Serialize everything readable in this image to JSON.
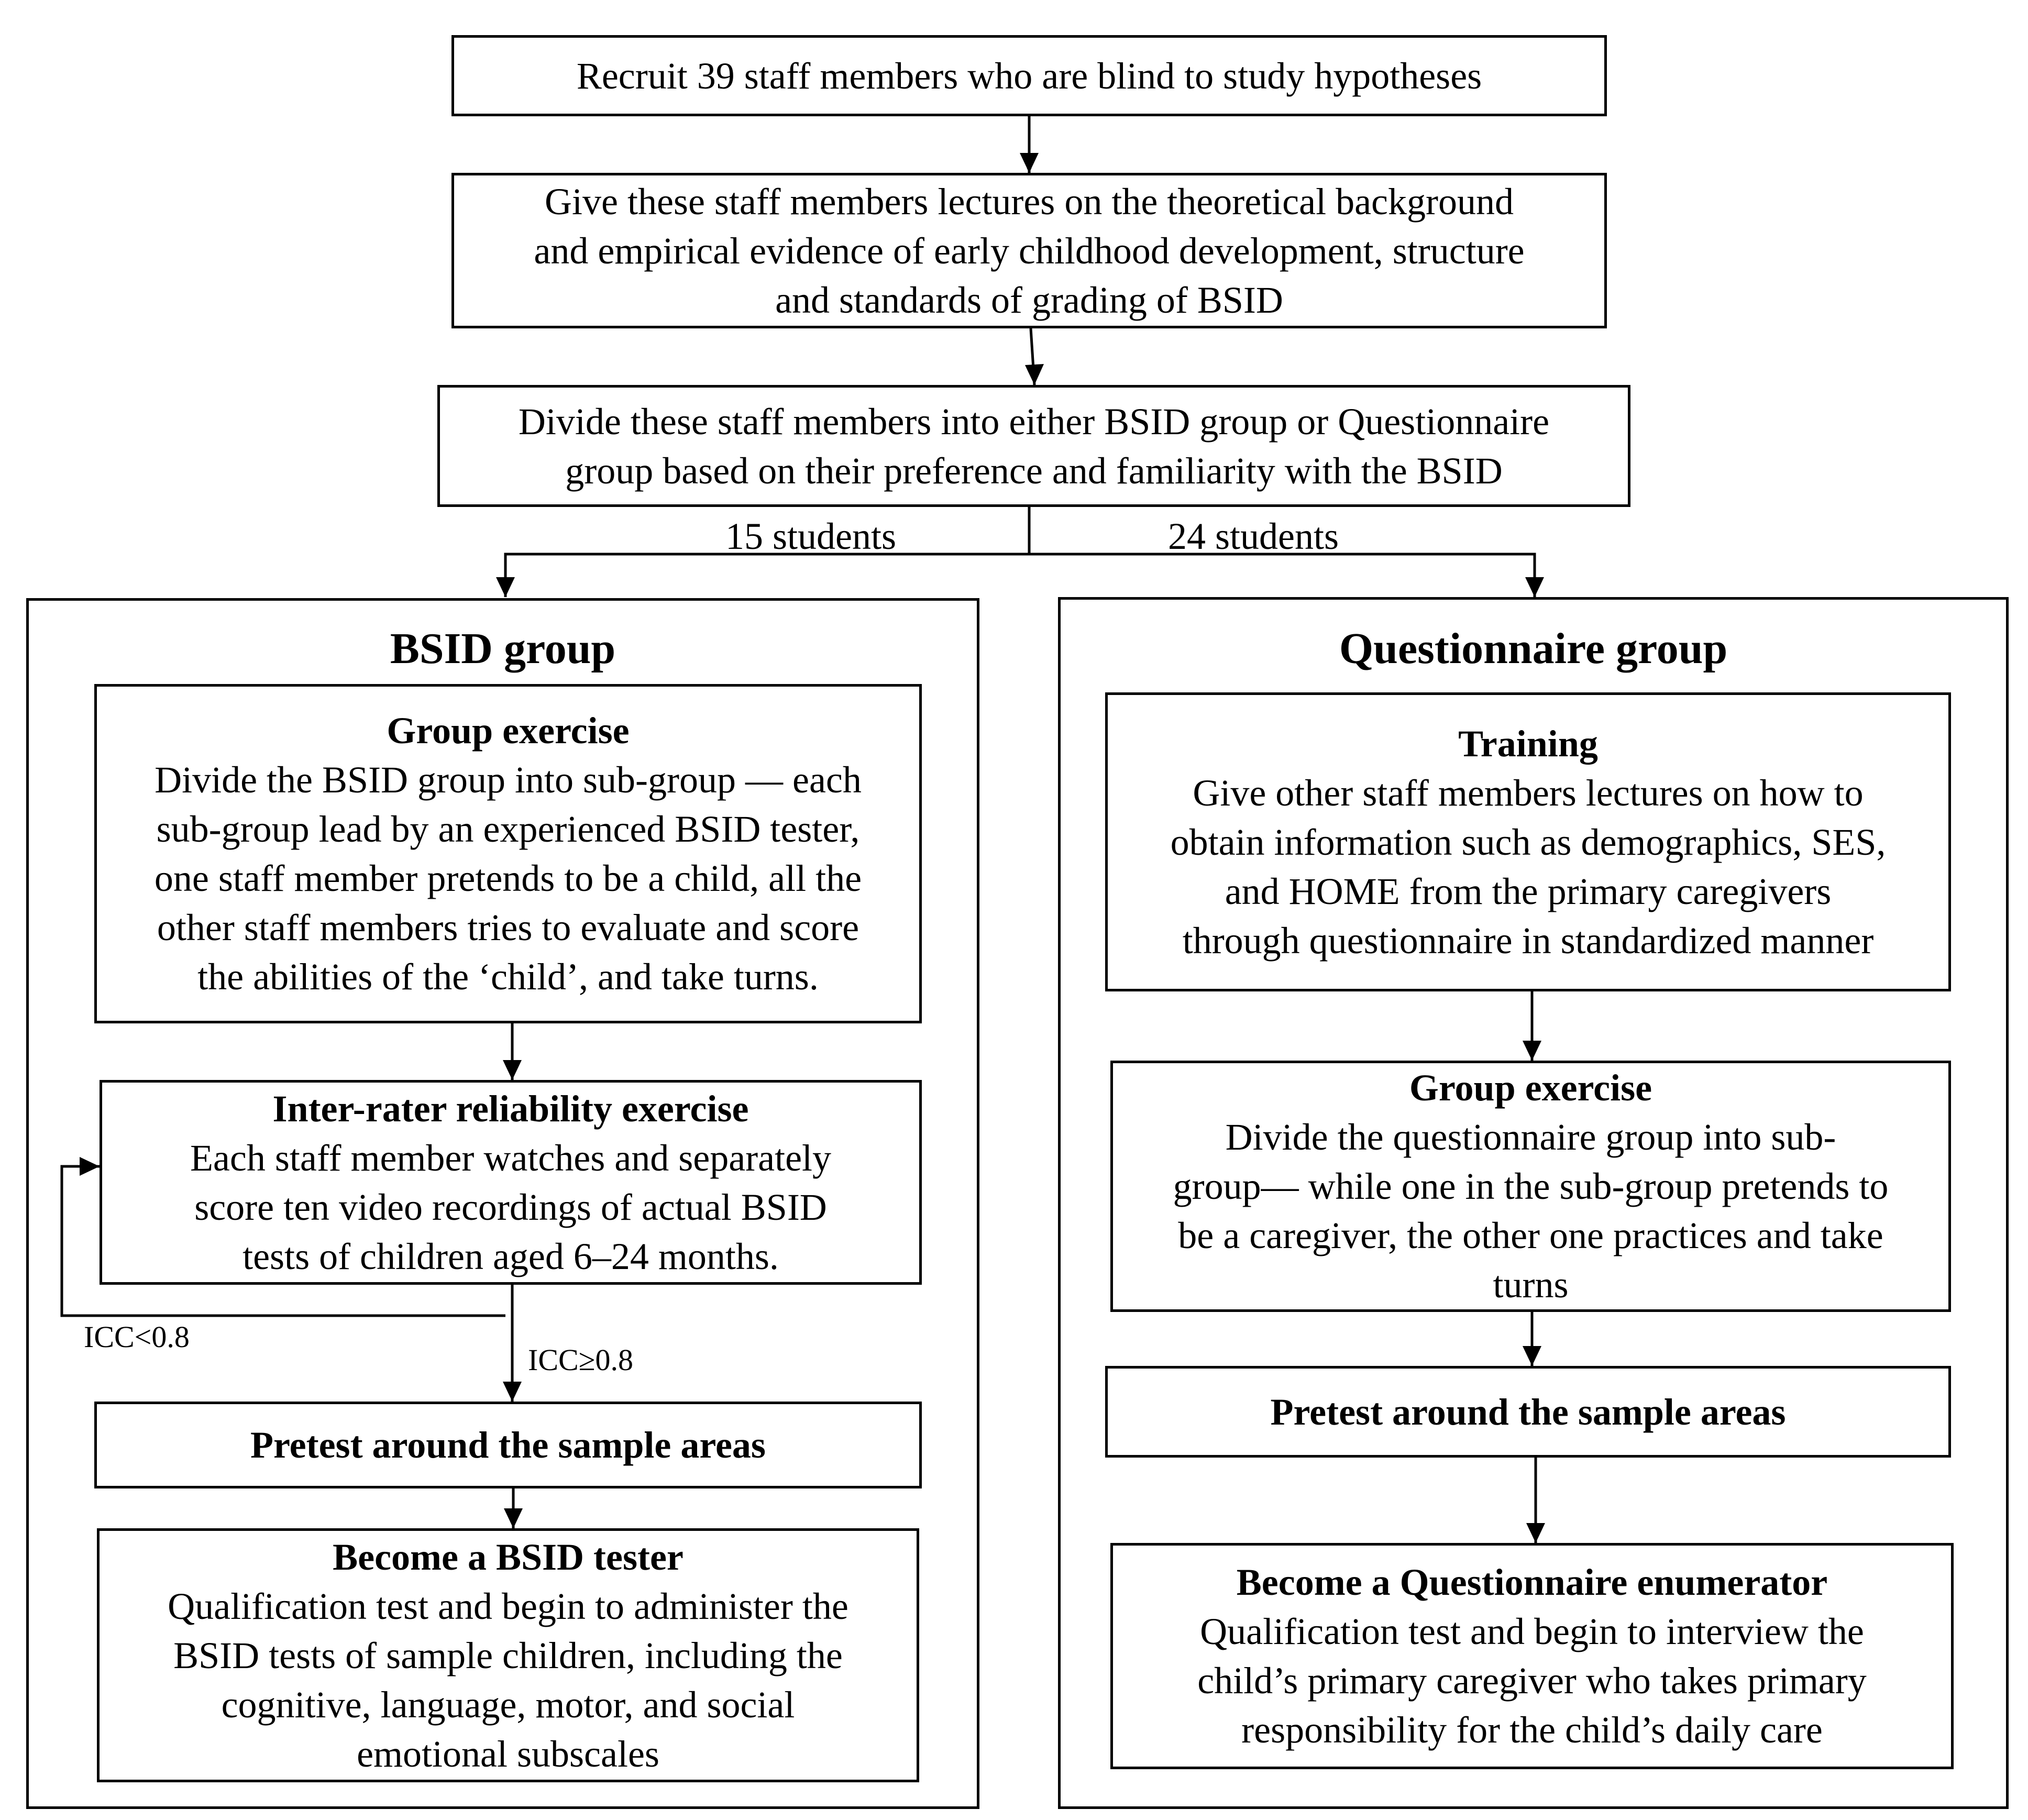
{
  "top": {
    "recruit": "Recruit 39 staff members who are blind to study hypotheses",
    "lectures": [
      "Give these staff members lectures on the theoretical background",
      "and empirical evidence of early childhood development, structure",
      "and standards of grading of BSID"
    ],
    "divide": [
      "Divide these staff members into either BSID group or Questionnaire",
      "group based on their preference and familiarity with the BSID"
    ]
  },
  "split": {
    "left_label": "15 students",
    "right_label": "24 students"
  },
  "bsid": {
    "heading": "BSID group",
    "group_exercise": {
      "title": "Group exercise",
      "lines": [
        "Divide the BSID group into sub-group — each",
        "sub-group lead by an experienced BSID tester,",
        "one staff member pretends to be a child, all the",
        "other staff members tries to evaluate and score",
        "the abilities of the ‘child’, and take turns."
      ]
    },
    "reliability": {
      "title": "Inter-rater reliability exercise",
      "lines": [
        "Each staff member watches and separately",
        "score ten video recordings of actual BSID",
        "tests of children aged 6–24 months."
      ]
    },
    "icc_fail": "ICC<0.8",
    "icc_pass": "ICC≥0.8",
    "pretest": "Pretest around the sample areas",
    "tester": {
      "title": "Become a BSID tester",
      "lines": [
        "Qualification test and begin to administer the",
        "BSID tests of sample children, including the",
        "cognitive, language, motor, and social",
        "emotional subscales"
      ]
    }
  },
  "questionnaire": {
    "heading": "Questionnaire group",
    "training": {
      "title": "Training",
      "lines": [
        "Give other staff members lectures on how to",
        "obtain information such as demographics, SES,",
        "and HOME from the primary caregivers",
        "through questionnaire in standardized manner"
      ]
    },
    "group_exercise": {
      "title": "Group exercise",
      "lines": [
        "Divide the questionnaire group into sub-",
        "group— while one in the sub-group pretends to",
        "be a caregiver, the other one practices and take",
        "turns"
      ]
    },
    "pretest": "Pretest around the sample areas",
    "enumerator": {
      "title": "Become a Questionnaire enumerator",
      "lines": [
        "Qualification test and begin to interview the",
        "child’s primary caregiver who takes primary",
        "responsibility for the child’s daily care"
      ]
    }
  }
}
